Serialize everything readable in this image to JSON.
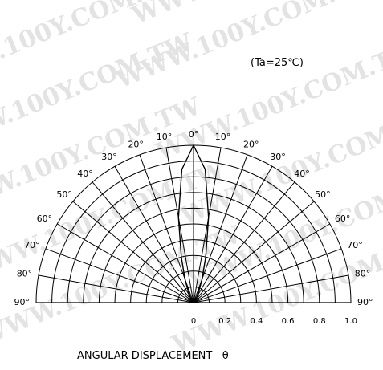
{
  "watermark": {
    "text": "WWW.100Y.COM.TW",
    "color": "#e3e3e3"
  },
  "condition_label": "(Ta=25℃)",
  "chart_data": {
    "type": "polar",
    "title": "",
    "xlabel": "ANGULAR DISPLACEMENT   θ",
    "radial_axis": {
      "range": [
        0,
        1.0
      ],
      "ticks": [
        0,
        0.2,
        0.4,
        0.6,
        0.8,
        1.0
      ],
      "tick_labels": [
        "0",
        "0.2",
        "0.4",
        "0.6",
        "0.8",
        "1.0"
      ]
    },
    "angular_axis": {
      "range_deg": [
        -90,
        90
      ],
      "ticks_deg": [
        -90,
        -80,
        -70,
        -60,
        -50,
        -40,
        -30,
        -20,
        -10,
        0,
        10,
        20,
        30,
        40,
        50,
        60,
        70,
        80,
        90
      ],
      "tick_labels": [
        "90°",
        "80°",
        "70°",
        "60°",
        "50°",
        "40°",
        "30°",
        "20°",
        "10°",
        "0°",
        "10°",
        "20°",
        "30°",
        "40°",
        "50°",
        "60°",
        "70°",
        "80°",
        "90°"
      ]
    },
    "grid": true,
    "series": [
      {
        "angle_deg": [
          -90,
          -50,
          -40,
          -30,
          -25,
          -20,
          -15,
          -10,
          -5,
          0,
          5,
          10,
          15,
          20,
          25,
          30,
          40,
          50,
          90
        ],
        "values": [
          0,
          0,
          0.01,
          0.04,
          0.08,
          0.16,
          0.3,
          0.55,
          0.85,
          1.0,
          0.85,
          0.55,
          0.3,
          0.16,
          0.08,
          0.04,
          0.01,
          0,
          0
        ]
      }
    ]
  }
}
